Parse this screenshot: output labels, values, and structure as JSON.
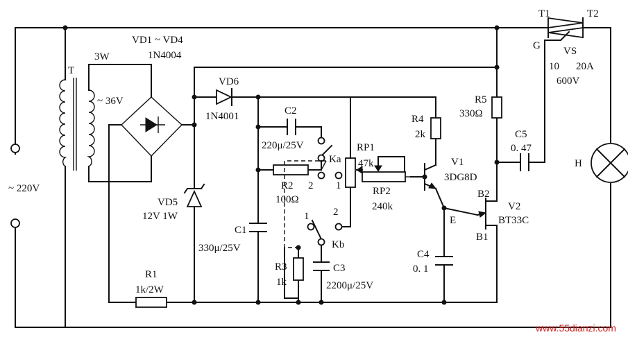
{
  "labels": {
    "transformer": "T",
    "transformer_power": "3W",
    "secondary_voltage": "~ 36V",
    "mains_voltage": "~ 220V",
    "bridge_refs": "VD1 ~ VD4",
    "bridge_part": "1N4004",
    "vd6_ref": "VD6",
    "vd6_part": "1N4001",
    "vd5_ref": "VD5",
    "vd5_value": "12V  1W",
    "r1_ref": "R1",
    "r1_value": "1k/2W",
    "c1_ref": "C1",
    "c1_value": "330μ/25V",
    "c2_ref": "C2",
    "c2_value": "220μ/25V",
    "r2_ref": "R2",
    "r2_value": "100Ω",
    "ka_ref": "Ka",
    "ka_pos2": "2",
    "ka_pos1": "1",
    "kb_ref": "Kb",
    "kb_pos1": "1",
    "kb_pos2": "2",
    "r3_ref": "R3",
    "r3_value": "1k",
    "c3_ref": "C3",
    "c3_value": "2200μ/25V",
    "rp1_ref": "RP1",
    "rp1_value": "47k",
    "rp2_ref": "RP2",
    "rp2_value": "240k",
    "r4_ref": "R4",
    "r4_value": "2k",
    "v1_ref": "V1",
    "v1_part": "3DG8D",
    "c4_ref": "C4",
    "c4_value": "0. 1",
    "r5_ref": "R5",
    "r5_value": "330Ω",
    "c5_ref": "C5",
    "c5_value": "0. 47",
    "v2_ref": "V2",
    "v2_part": "BT33C",
    "v2_b2": "B2",
    "v2_b1": "B1",
    "v2_e": "E",
    "vs_t1": "T1",
    "vs_t2": "T2",
    "vs_gate": "G",
    "vs_ref": "VS",
    "vs_part_left": "10",
    "vs_current": "20A",
    "vs_voltage": "600V",
    "lamp_ref": "H",
    "watermark": "www.55dianzi.com"
  }
}
